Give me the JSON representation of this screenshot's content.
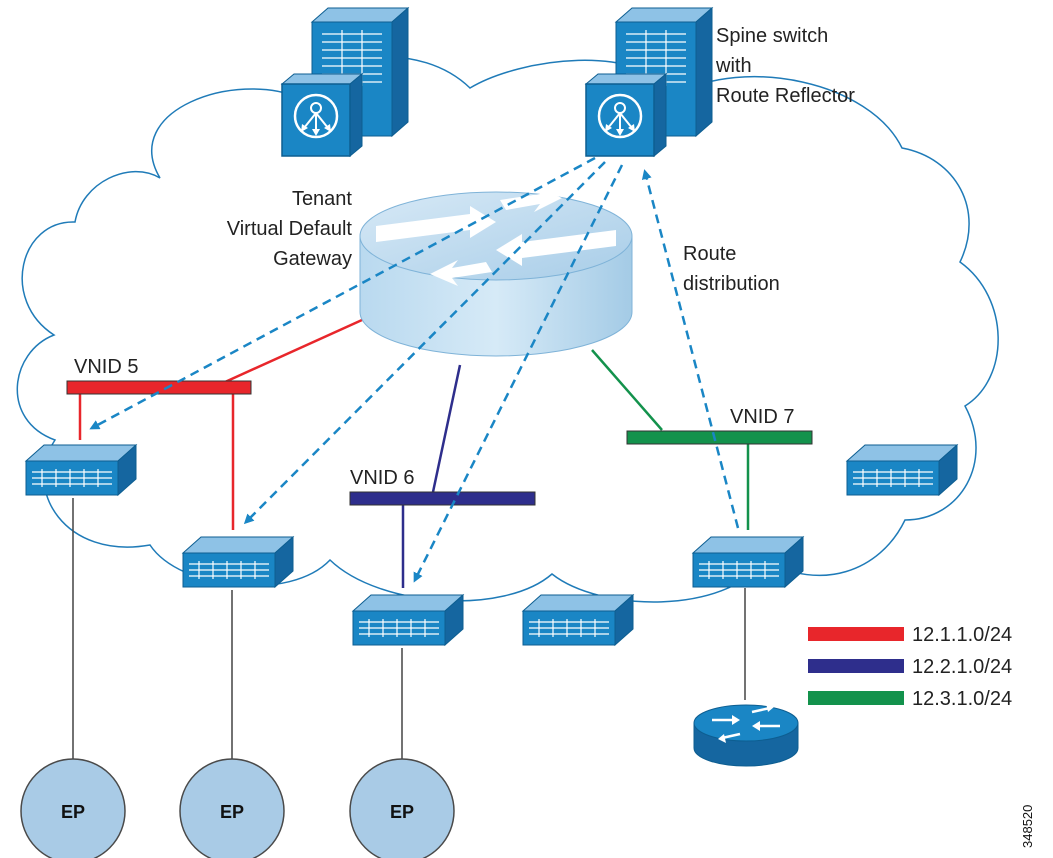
{
  "labels": {
    "spine_line1": "Spine switch",
    "spine_line2": "with",
    "spine_line3": "Route Reflector",
    "gateway_line1": "Tenant",
    "gateway_line2": "Virtual Default",
    "gateway_line3": "Gateway",
    "route_line1": "Route",
    "route_line2": "distribution",
    "vnid5": "VNID 5",
    "vnid6": "VNID 6",
    "vnid7": "VNID 7",
    "ep1": "EP",
    "ep2": "EP",
    "ep3": "EP",
    "figure_id": "348520"
  },
  "legend": [
    {
      "label": "12.1.1.0/24",
      "color": "#e8262b"
    },
    {
      "label": "12.2.1.0/24",
      "color": "#2e2e8c"
    },
    {
      "label": "12.3.1.0/24",
      "color": "#13924c"
    }
  ],
  "colors": {
    "vnid5": "#e8262b",
    "vnid6": "#2e2e8c",
    "vnid7": "#13924c",
    "device_blue": "#1a86c5",
    "arrow_blue": "#1a86c5",
    "ep_fill": "#a9cbe6"
  }
}
